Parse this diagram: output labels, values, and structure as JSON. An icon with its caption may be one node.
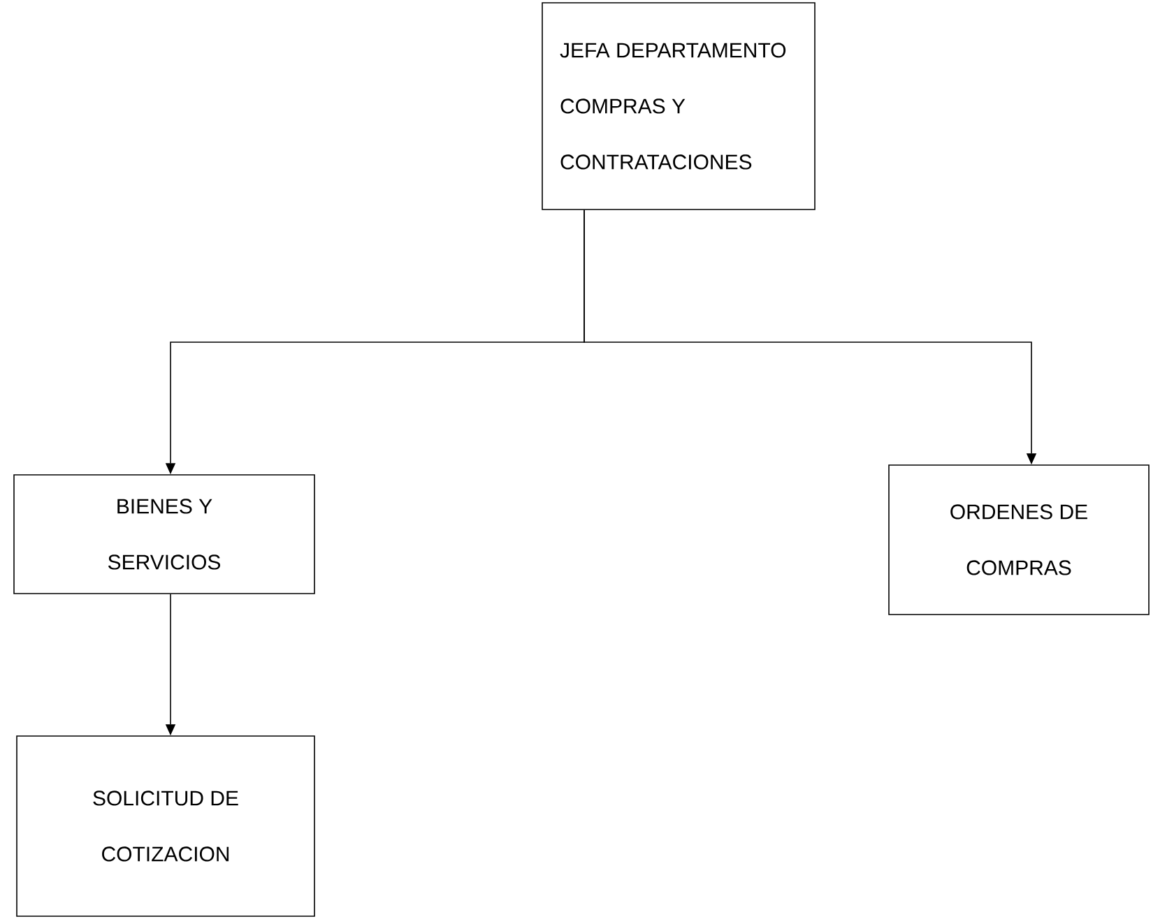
{
  "diagram": {
    "nodes": [
      {
        "text": [
          "JEFA DEPARTAMENTO COMPRAS Y CONTRATACIONES"
        ]
      },
      {
        "text": [
          "BIENES Y SERVICIOS"
        ]
      },
      {
        "text": [
          "ORDENES DE COMPRAS"
        ]
      },
      {
        "text": [
          "SOLICITUD DE COTIZACION"
        ]
      }
    ],
    "edges": [
      {
        "from": 0,
        "to": 1,
        "arrow": "to"
      },
      {
        "from": 0,
        "to": 2,
        "arrow": "to"
      },
      {
        "from": 1,
        "to": 3,
        "arrow": "to"
      }
    ]
  }
}
